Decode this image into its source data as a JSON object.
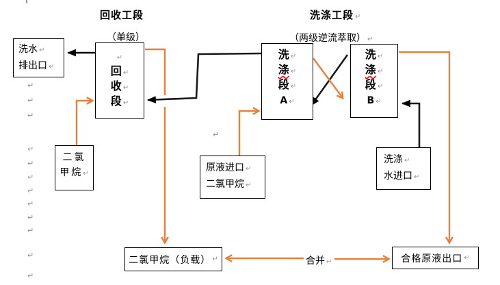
{
  "page": {
    "background": "#ffffff"
  },
  "colors": {
    "flow_orange": "#E6813C",
    "flow_black": "#000000",
    "box_border": "#000000",
    "spellcheck_red": "#FF0000",
    "format_mark_gray": "#909090"
  },
  "icons": {
    "pilcrow": "↵"
  },
  "sections": {
    "recovery": {
      "title": "回收工段",
      "subtitle": "（单级）"
    },
    "washing": {
      "title": "洗涤工段",
      "subtitle": "（两级逆流萃取）"
    }
  },
  "boxes": {
    "wash_water_outlet": {
      "lines": [
        "洗水",
        "排出口"
      ]
    },
    "recovery_stage": {
      "chars": [
        "回",
        "收",
        "段"
      ]
    },
    "dichloromethane": {
      "lines": [
        "二氯",
        "甲烷"
      ]
    },
    "washing_stage_a": {
      "chars": [
        "洗",
        "涤",
        "段",
        "A"
      ]
    },
    "washing_stage_b": {
      "chars": [
        "洗",
        "涤",
        "段",
        "B"
      ]
    },
    "raw_liquid_inlet": {
      "lines": [
        "原液进口",
        "二氯甲烷"
      ]
    },
    "washing_water_inlet": {
      "lines": [
        "洗涤",
        "水进口"
      ]
    },
    "dcm_loaded": {
      "label": "二氯甲烷（负载）"
    },
    "qualified_outlet": {
      "label": "合格原液出口"
    }
  },
  "labels": {
    "merge": "合并"
  }
}
